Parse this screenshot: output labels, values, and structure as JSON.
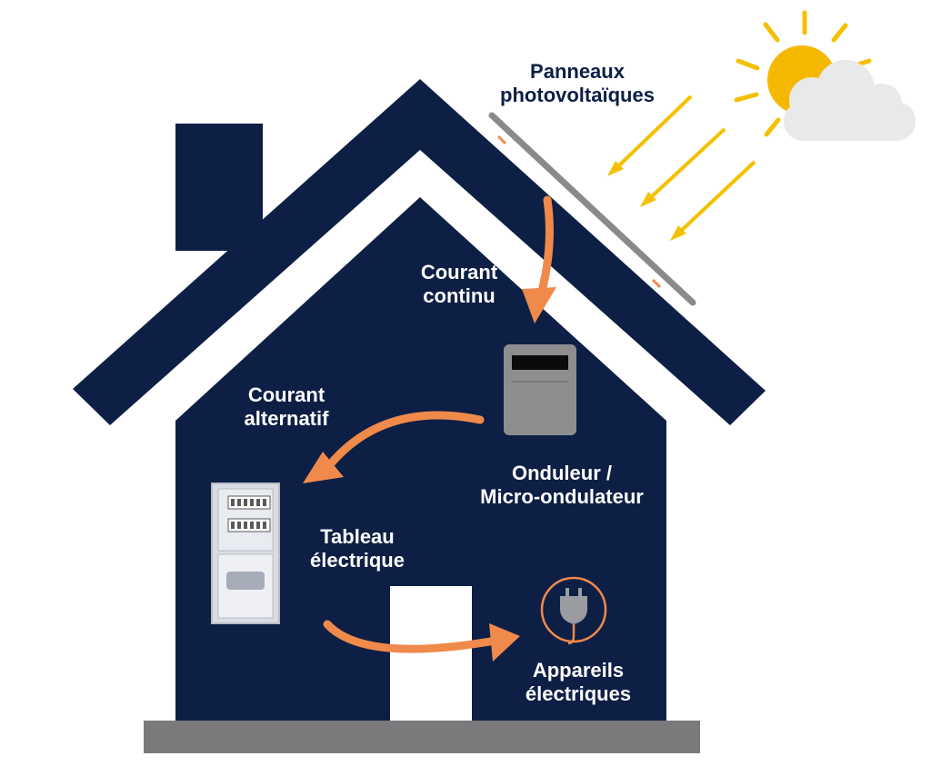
{
  "labels": {
    "panels": [
      "Panneaux",
      "photovoltaïques"
    ],
    "direct_current": [
      "Courant",
      "continu"
    ],
    "alternating_current": [
      "Courant",
      "alternatif"
    ],
    "inverter": [
      "Onduleur /",
      "Micro-ondulateur"
    ],
    "panel_board": [
      "Tableau",
      "électrique"
    ],
    "appliances": [
      "Appareils",
      "électriques"
    ]
  },
  "icons": [
    "sun-icon",
    "cloud-icon",
    "plug-icon",
    "inverter-icon",
    "electrical-panel-icon"
  ],
  "colors": {
    "house": "#0d1f45",
    "arrow": "#f08a4b",
    "sun": "#f5b800",
    "sun_rays": "#f5c000",
    "cloud": "#e9e9ea",
    "ground": "#7a7a7c",
    "panel": "#8a8a8c",
    "door": "#ffffff"
  }
}
